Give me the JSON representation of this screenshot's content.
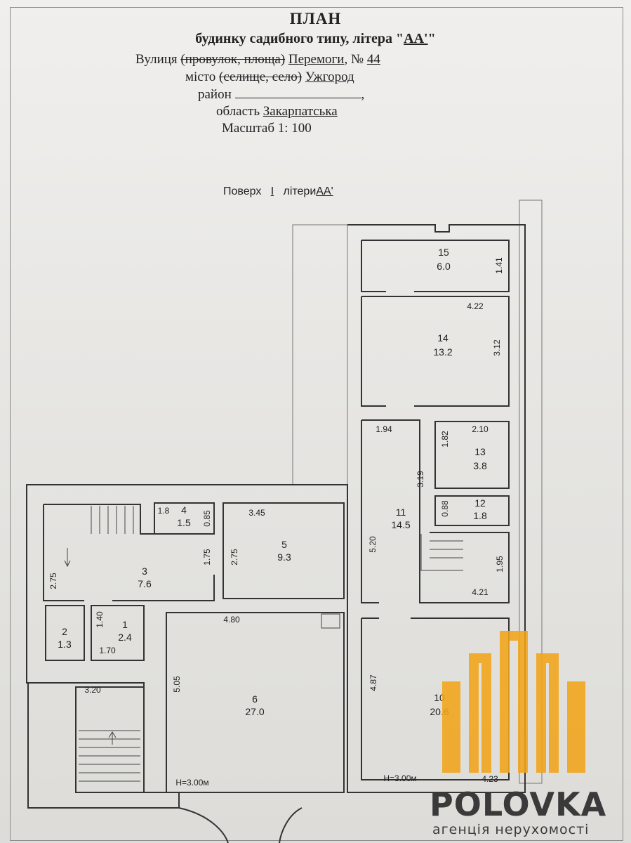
{
  "header": {
    "title": "ПЛАН",
    "subtitle_prefix": "будинку садибного типу, літера \"",
    "subtitle_litera": "АА'",
    "subtitle_suffix": "\"",
    "street_label": "Вулиця",
    "street_struck": "(провулок, площа)",
    "street_value": "Перемоги",
    "number_label": ", №",
    "number_value": "44",
    "city_label": "місто",
    "city_struck": "(селище, село)",
    "city_value": "Ужгород",
    "district_label": "район",
    "region_label": "область",
    "region_value": "Закарпатська",
    "scale": "Масштаб 1: 100"
  },
  "floor": {
    "label": "Поверх",
    "value": "I",
    "litera_label": "літери",
    "litera_value": "АА'"
  },
  "rooms": [
    {
      "num": "1",
      "area": "2.4"
    },
    {
      "num": "2",
      "area": "1.3"
    },
    {
      "num": "3",
      "area": "7.6"
    },
    {
      "num": "4",
      "area": "1.5"
    },
    {
      "num": "5",
      "area": "9.3"
    },
    {
      "num": "6",
      "area": "27.0"
    },
    {
      "num": "10",
      "area": "20.6"
    },
    {
      "num": "11",
      "area": "14.5"
    },
    {
      "num": "12",
      "area": "1.8"
    },
    {
      "num": "13",
      "area": "3.8"
    },
    {
      "num": "14",
      "area": "13.2"
    },
    {
      "num": "15",
      "area": "6.0"
    }
  ],
  "dimensions": [
    "1.41",
    "4.22",
    "3.12",
    "1.94",
    "2.10",
    "1.82",
    "3.19",
    "0.88",
    "5.20",
    "1.95",
    "4.21",
    "1.8",
    "0.85",
    "3.45",
    "1.75",
    "2.75",
    "2.75",
    "4.80",
    "1.40",
    "1.70",
    "3.20",
    "5.05",
    "4.87",
    "4.23"
  ],
  "heights": [
    "H=3.00м",
    "H=3.00м"
  ],
  "watermark": {
    "name": "POLOVKA",
    "tagline": "агенція нерухомості",
    "accent": "#f2a51a"
  }
}
